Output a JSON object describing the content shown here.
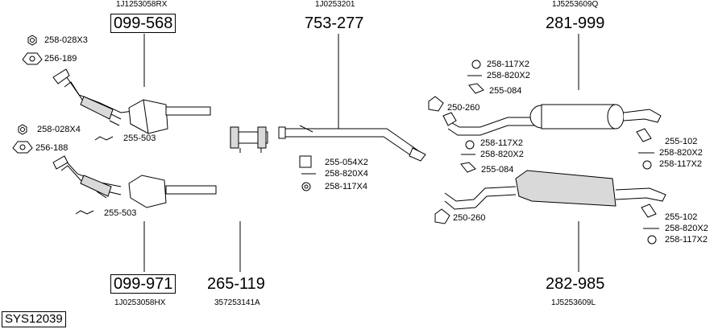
{
  "sheet_id": "SYS12039",
  "assemblies": [
    {
      "oe_ref": "1J1253058RX",
      "number": "099-568"
    },
    {
      "oe_ref": "1J0253201",
      "number": "753-277"
    },
    {
      "oe_ref": "1J5253609Q",
      "number": "281-999"
    },
    {
      "oe_ref": "1J0253058HX",
      "number": "099-971"
    },
    {
      "oe_ref": "357253141A",
      "number": "265-119"
    },
    {
      "oe_ref": "1J5253609L",
      "number": "282-985"
    }
  ],
  "parts": {
    "p1": "258-028X3",
    "p2": "256-189",
    "p3": "255-503",
    "p4": "258-028X4",
    "p5": "256-188",
    "p6": "255-503",
    "p7": "255-054X2",
    "p8": "258-820X4",
    "p9": "258-117X4",
    "p10": "258-117X2",
    "p11": "258-820X2",
    "p12": "255-084",
    "p13": "250-260",
    "p14": "258-117X2",
    "p15": "258-820X2",
    "p16": "255-084",
    "p17": "250-260",
    "p18": "255-102",
    "p19": "258-820X2",
    "p20": "258-117X2",
    "p21": "255-102",
    "p22": "258-820X2",
    "p23": "258-117X2"
  },
  "colors": {
    "line": "#000000",
    "fill": "#ffffff",
    "shade": "#d9d9d9"
  }
}
